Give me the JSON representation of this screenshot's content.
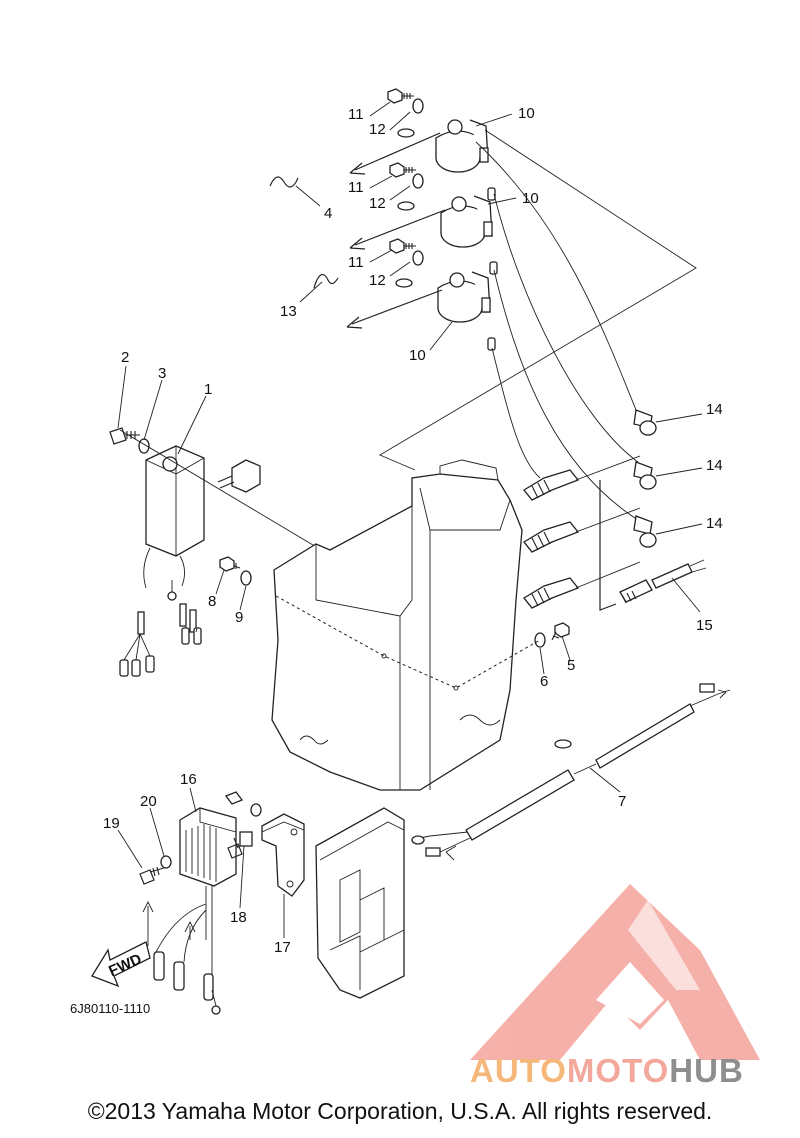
{
  "callouts": {
    "n1": "1",
    "n2": "2",
    "n3": "3",
    "n4": "4",
    "n5": "5",
    "n6": "6",
    "n7": "7",
    "n8": "8",
    "n9": "9",
    "n10": "10",
    "n11": "11",
    "n12": "12",
    "n13": "13",
    "n14": "14",
    "n15": "15",
    "n16": "16",
    "n17": "17",
    "n18": "18",
    "n19": "19",
    "n20": "20"
  },
  "fwd_label": "FWD",
  "part_code": "6J80110-1110",
  "copyright": "©2013 Yamaha Motor Corporation, U.S.A. All rights reserved.",
  "watermark": {
    "part1": "AUTO",
    "part2": "MOTO",
    "part3": "HUB"
  },
  "colors": {
    "line": "#222222",
    "watermark_red": "#f4a39b",
    "watermark_orange": "#f5b77a",
    "watermark_gray": "#8e8e8e"
  }
}
